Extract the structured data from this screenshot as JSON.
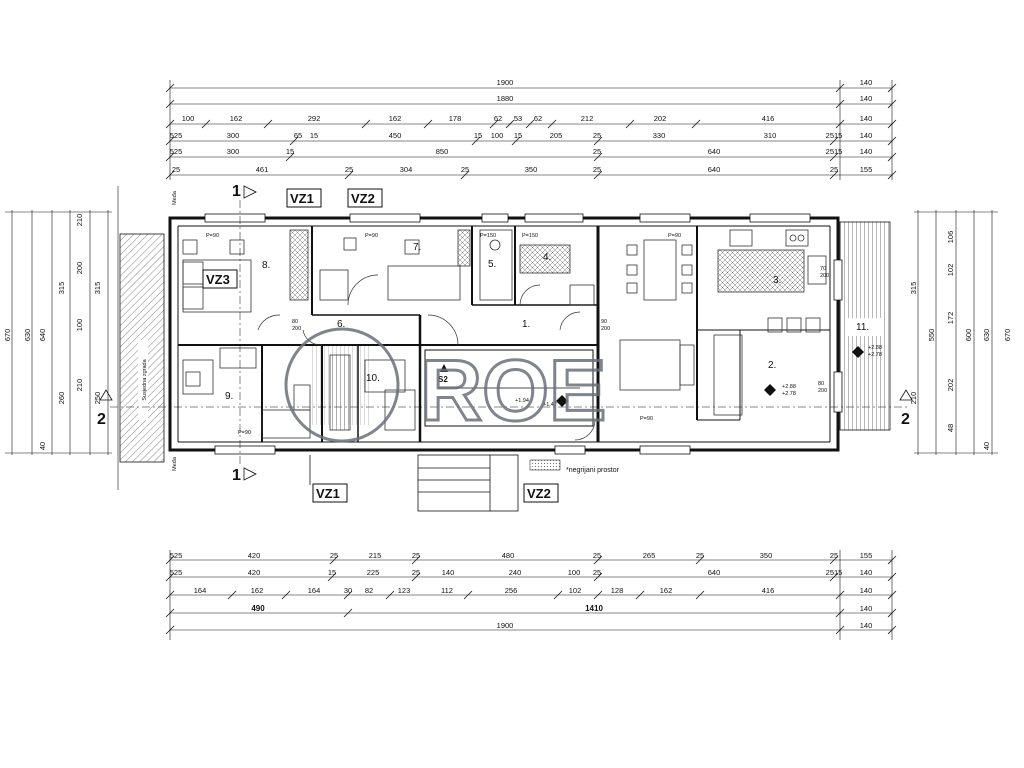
{
  "dims_top": [
    {
      "labels": [
        "1900",
        "140"
      ]
    },
    {
      "labels": [
        "1880",
        "140"
      ]
    },
    {
      "labels": [
        "100",
        "162",
        "292",
        "162",
        "178",
        "62",
        "53",
        "62",
        "212",
        "202",
        "416",
        "140"
      ]
    },
    {
      "labels": [
        "525",
        "300",
        "65",
        "15",
        "450",
        "15",
        "100",
        "15",
        "205",
        "25",
        "330",
        "310",
        "2515",
        "140"
      ]
    },
    {
      "labels": [
        "525",
        "300",
        "15",
        "850",
        "25",
        "640",
        "2515",
        "140"
      ]
    },
    {
      "labels": [
        "25",
        "461",
        "25",
        "304",
        "25",
        "350",
        "25",
        "640",
        "25",
        "155"
      ]
    }
  ],
  "dims_bottom": [
    {
      "labels": [
        "525",
        "420",
        "25",
        "215",
        "25",
        "480",
        "25",
        "265",
        "25",
        "350",
        "25",
        "155"
      ]
    },
    {
      "labels": [
        "525",
        "420",
        "15",
        "225",
        "25",
        "140",
        "240",
        "100",
        "25",
        "640",
        "2515",
        "140"
      ]
    },
    {
      "labels": [
        "164",
        "162",
        "164",
        "30",
        "82",
        "123",
        "112",
        "256",
        "102",
        "128",
        "162",
        "416",
        "140"
      ]
    },
    {
      "labels": [
        "490",
        "1410",
        "140"
      ]
    },
    {
      "labels": [
        "1900",
        "140"
      ]
    }
  ],
  "dims_left": [
    "670",
    "640",
    "630",
    "315",
    "315",
    "200",
    "210",
    "260",
    "250",
    "210",
    "100",
    "40"
  ],
  "dims_right": [
    "670",
    "630",
    "600",
    "550",
    "315",
    "172",
    "102",
    "202",
    "210",
    "106",
    "48",
    "40"
  ],
  "rooms": {
    "r1": "1.",
    "r2": "2.",
    "r3": "3.",
    "r4": "4.",
    "r5": "5.",
    "r6": "6.",
    "r7": "7.",
    "r8": "8.",
    "r9": "9.",
    "r10": "10.",
    "r11": "11."
  },
  "labels": {
    "vz1": "VZ1",
    "vz2": "VZ2",
    "vz3": "VZ3",
    "s2": "S2",
    "sec1": "1",
    "sec2": "2"
  },
  "neighbor": "Susjedna zgrada",
  "medja": "Međa",
  "legend_note": "*negrijani prostor",
  "openings": {
    "p90": "P=90",
    "p150": "P=150"
  },
  "door_dims": [
    "80",
    "200",
    "90",
    "200",
    "70",
    "200",
    "80",
    "200"
  ],
  "levels": [
    "+2.88",
    "+2.78",
    "+2.88",
    "+2.78",
    "+1.47",
    "+1.94"
  ],
  "watermark": "ROE"
}
